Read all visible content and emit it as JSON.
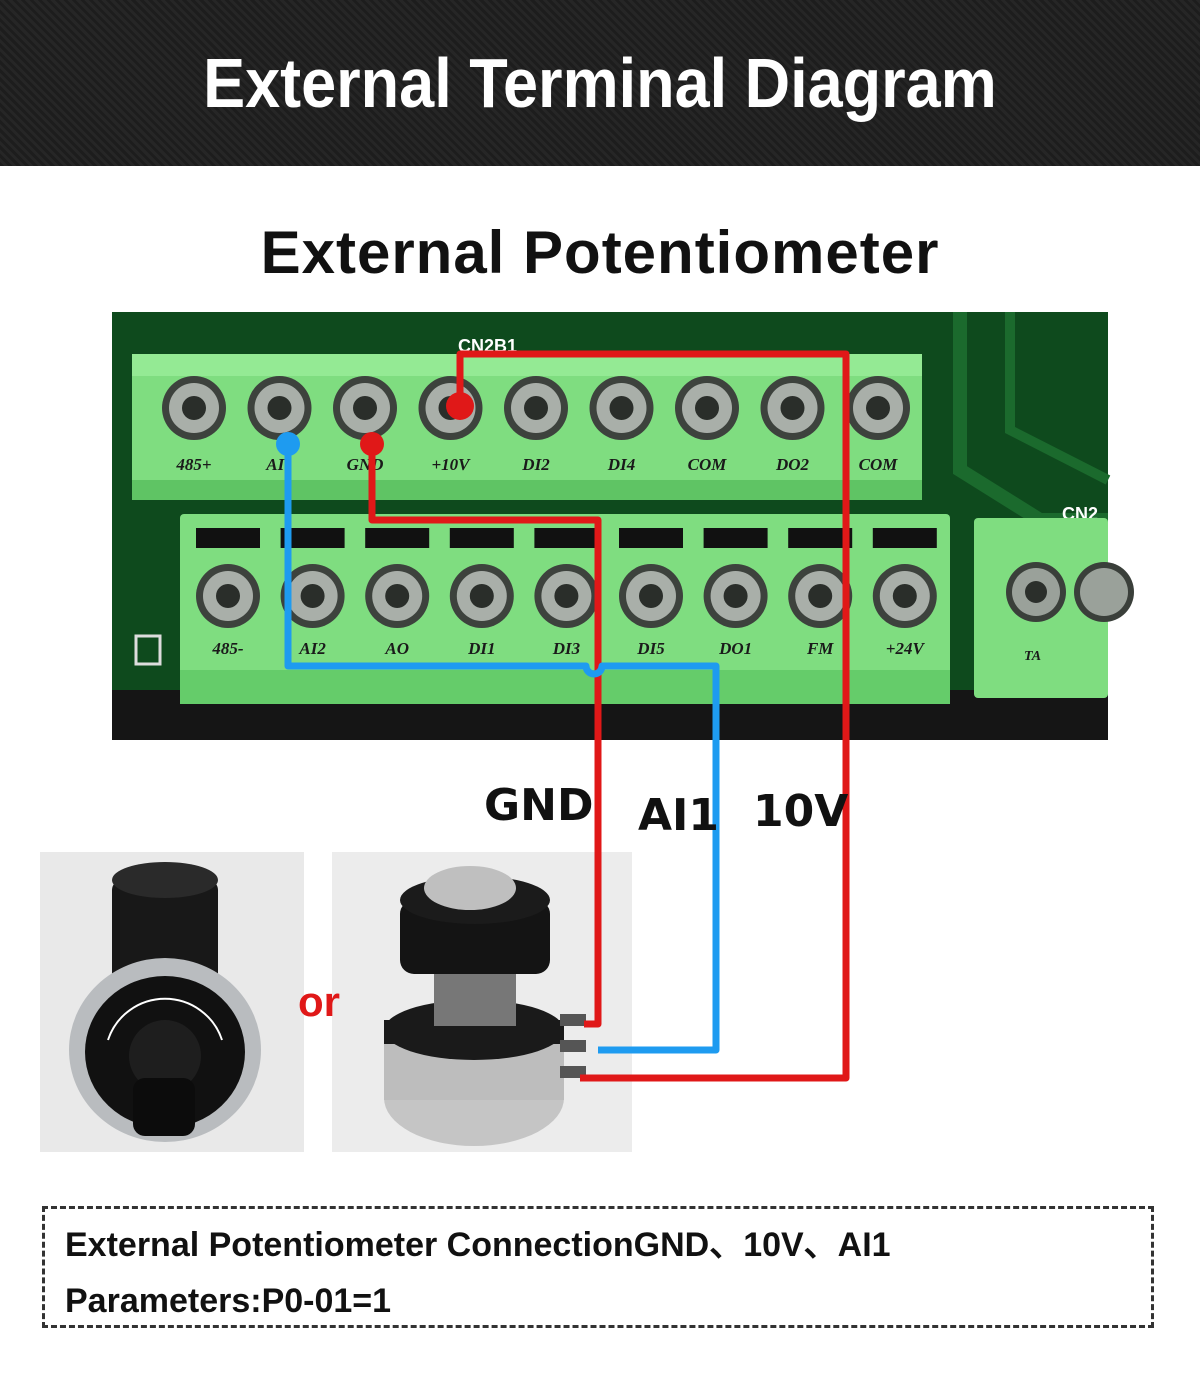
{
  "header": {
    "title": "External Terminal Diagram"
  },
  "diagram": {
    "subtitle": "External Potentiometer",
    "terminals_top": [
      "485+",
      "AI1",
      "GND",
      "+10V",
      "DI2",
      "DI4",
      "COM",
      "DO2",
      "COM"
    ],
    "terminals_bottom": [
      "485-",
      "AI2",
      "AO",
      "DI1",
      "DI3",
      "DI5",
      "DO1",
      "FM",
      "+24V"
    ],
    "terminals_right": [
      "TA"
    ],
    "connectors": [
      "CN2B1",
      "CN2"
    ],
    "wires": [
      {
        "label": "GND",
        "color": "#e01818"
      },
      {
        "label": "AI1",
        "color": "#1e9bf0"
      },
      {
        "label": "10V",
        "color": "#e01818"
      }
    ],
    "or_label": "or"
  },
  "note": {
    "line1": "External Potentiometer ConnectionGND、10V、AI1",
    "line2": "Parameters:P0-01=1"
  },
  "colors": {
    "board": "#0d4a1c",
    "terminal_block": "#7fe07f",
    "wire_red": "#e01818",
    "wire_blue": "#1e9bf0"
  }
}
